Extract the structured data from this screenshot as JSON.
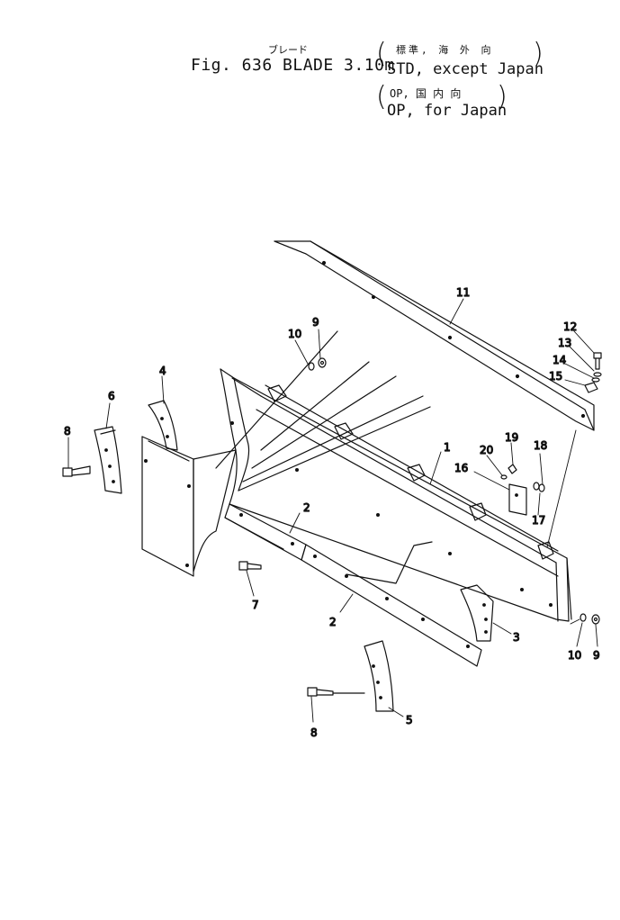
{
  "header": {
    "jp_title": "ブレード",
    "main_title": "Fig. 636 BLADE 3.10m",
    "std_jp": "標準, 海 外 向",
    "std_en": "STD, except Japan",
    "op_jp": "OP, 国 内 向",
    "op_en": "OP, for Japan"
  },
  "callouts": {
    "c1": "1",
    "c2a": "2",
    "c2b": "2",
    "c3": "3",
    "c4": "4",
    "c5": "5",
    "c6": "6",
    "c7": "7",
    "c8a": "8",
    "c8b": "8",
    "c9a": "9",
    "c9b": "9",
    "c10a": "10",
    "c10b": "10",
    "c11": "11",
    "c12": "12",
    "c13": "13",
    "c14": "14",
    "c15": "15",
    "c16": "16",
    "c17": "17",
    "c18": "18",
    "c19": "19",
    "c20": "20"
  }
}
